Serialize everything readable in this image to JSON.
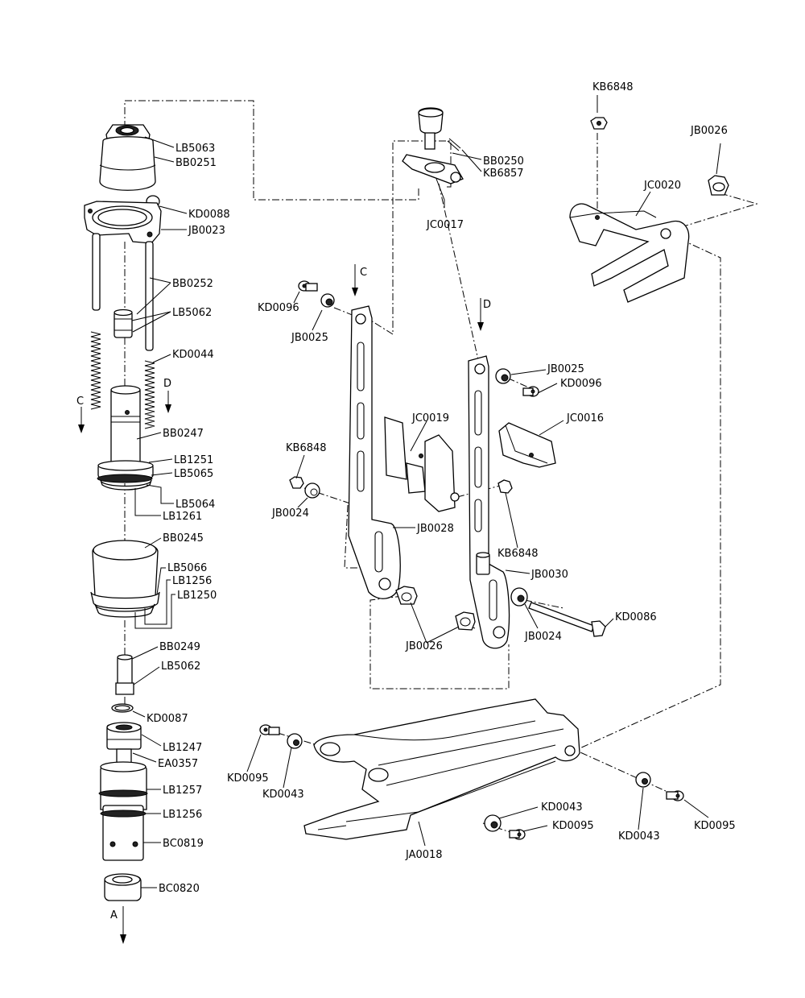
{
  "labels": {
    "lb5063": "LB5063",
    "bb0251": "BB0251",
    "kd0088": "KD0088",
    "jb0023": "JB0023",
    "bb0252": "BB0252",
    "lb5062_a": "LB5062",
    "kd0044": "KD0044",
    "d_left": "D",
    "c_left": "C",
    "bb0247": "BB0247",
    "lb1251": "LB1251",
    "lb5065": "LB5065",
    "lb5064": "LB5064",
    "lb1261": "LB1261",
    "bb0245": "BB0245",
    "lb5066": "LB5066",
    "lb1256_a": "LB1256",
    "lb1250": "LB1250",
    "bb0249": "BB0249",
    "lb5062_b": "LB5062",
    "kd0087": "KD0087",
    "lb1247": "LB1247",
    "ea0357": "EA0357",
    "lb1257": "LB1257",
    "lb1256_b": "LB1256",
    "bc0819": "BC0819",
    "bc0820": "BC0820",
    "a_arrow": "A",
    "bb0250": "BB0250",
    "kb6857": "KB6857",
    "jc0017": "JC0017",
    "c_mid": "C",
    "d_mid": "D",
    "kd0096_a": "KD0096",
    "jb0025_a": "JB0025",
    "jb0025_b": "JB0025",
    "kd0096_b": "KD0096",
    "jc0019": "JC0019",
    "jc0016": "JC0016",
    "kb6848_a": "KB6848",
    "jb0024_a": "JB0024",
    "jb0028": "JB0028",
    "kb6848_b": "KB6848",
    "jb0030": "JB0030",
    "kd0086": "KD0086",
    "jb0026_a": "JB0026",
    "jb0024_b": "JB0024",
    "kb6848_top": "KB6848",
    "jb0026_top": "JB0026",
    "jc0020": "JC0020",
    "kd0095_a": "KD0095",
    "kd0043_a": "KD0043",
    "kd0043_b": "KD0043",
    "kd0095_b": "KD0095",
    "ja0018": "JA0018",
    "kd0043_c": "KD0043",
    "kd0095_c": "KD0095"
  }
}
